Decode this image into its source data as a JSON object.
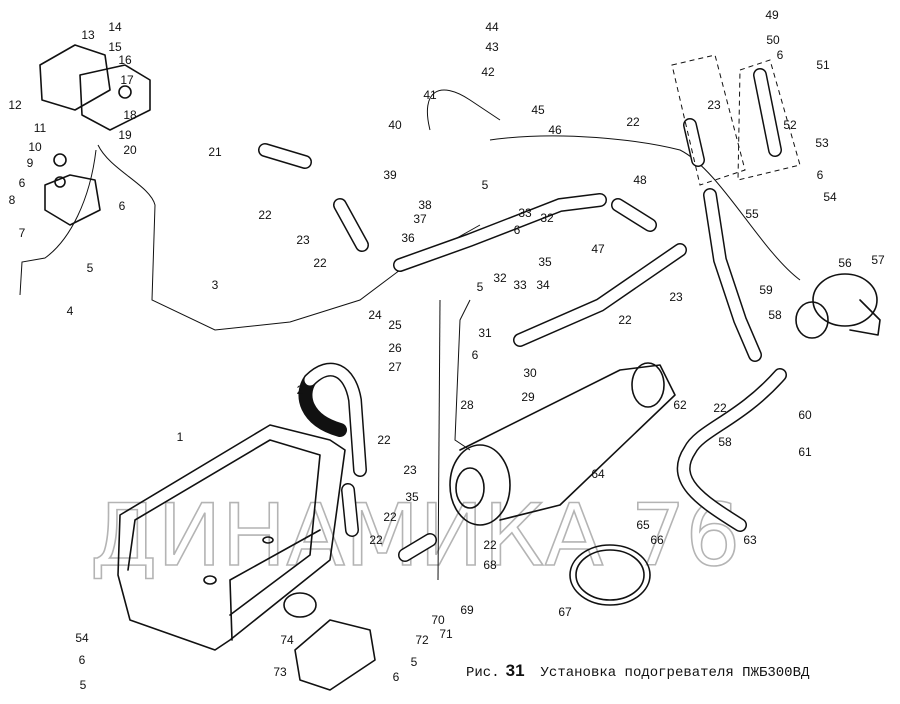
{
  "caption": {
    "prefix": "Рис.",
    "number": "31",
    "title": "Установка подогревателя ПЖБ300ВД"
  },
  "watermark": "ДИНАМИКА 76",
  "callouts": [
    "13",
    "14",
    "15",
    "16",
    "17",
    "18",
    "19",
    "20",
    "12",
    "11",
    "10",
    "9",
    "6",
    "8",
    "7",
    "5",
    "6",
    "4",
    "3",
    "21",
    "22",
    "23",
    "22",
    "2",
    "1",
    "44",
    "43",
    "42",
    "41",
    "40",
    "39",
    "38",
    "37",
    "36",
    "45",
    "46",
    "5",
    "6",
    "33",
    "32",
    "24",
    "25",
    "26",
    "27",
    "35",
    "32",
    "33",
    "34",
    "5",
    "31",
    "6",
    "30",
    "29",
    "28",
    "48",
    "47",
    "22",
    "23",
    "22",
    "23",
    "49",
    "50",
    "6",
    "51",
    "52",
    "53",
    "6",
    "54",
    "55",
    "56",
    "57",
    "59",
    "58",
    "22",
    "62",
    "60",
    "61",
    "58",
    "22",
    "23",
    "22",
    "22",
    "35",
    "22",
    "64",
    "63",
    "65",
    "66",
    "68",
    "67",
    "69",
    "70",
    "71",
    "72",
    "74",
    "73",
    "5",
    "6",
    "54",
    "6",
    "5"
  ]
}
